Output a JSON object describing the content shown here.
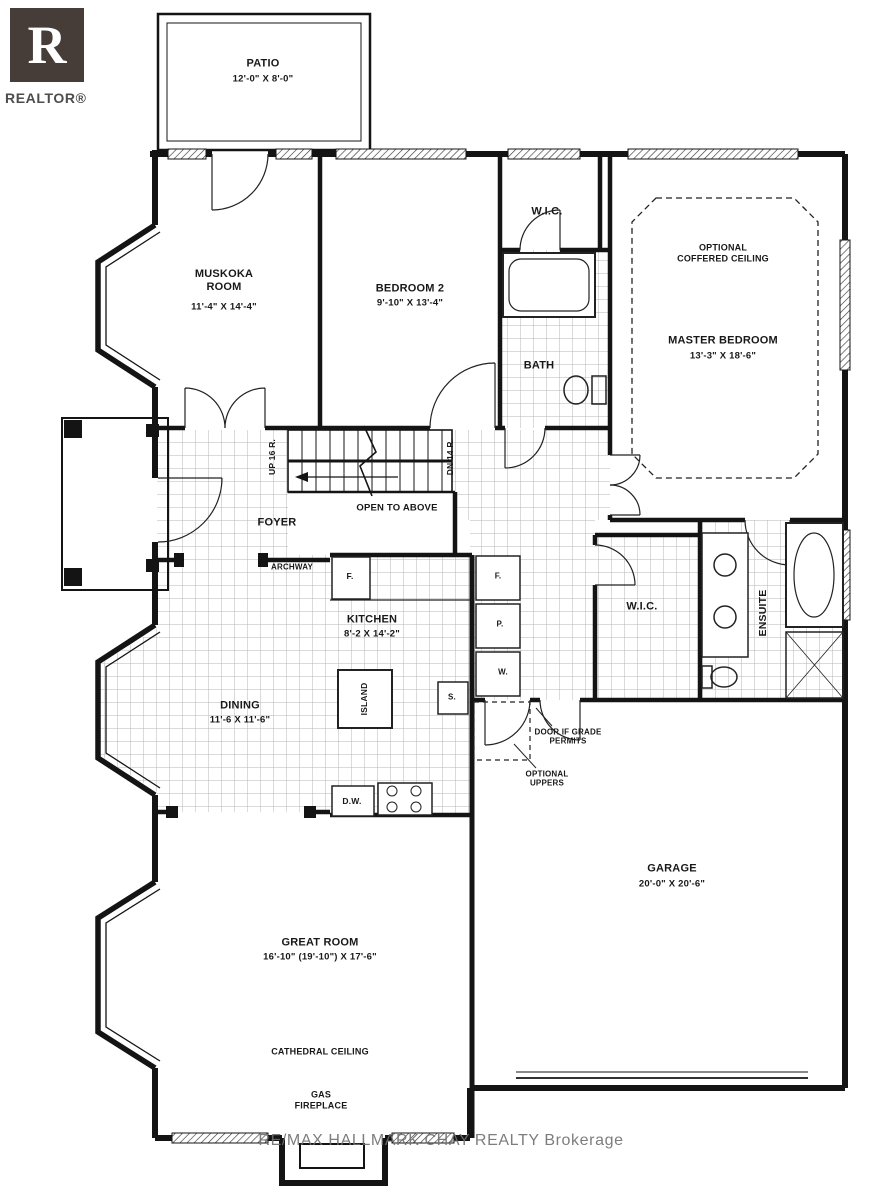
{
  "meta": {
    "logo_letter": "R",
    "brand": "REALTOR®",
    "watermark": "RE/MAX HALLMARK CHAY REALTY Brokerage"
  },
  "colors": {
    "wall": "#141414",
    "tile_line": "#b4b4b4",
    "text": "#181818",
    "watermark": "#6f6f6f",
    "logo_bg": "#463c38"
  },
  "rooms": {
    "patio": {
      "name": "PATIO",
      "dims": "12'-0\" X 8'-0\""
    },
    "muskoka": {
      "name": "MUSKOKA ROOM",
      "dims": "11'-4\" X 14'-4\""
    },
    "bedroom2": {
      "name": "BEDROOM 2",
      "dims": "9'-10\" X 13'-4\""
    },
    "master": {
      "name": "MASTER BEDROOM",
      "dims": "13'-3\" X 18'-6\""
    },
    "kitchen": {
      "name": "KITCHEN",
      "dims": "8'-2 X 14'-2\""
    },
    "dining": {
      "name": "DINING",
      "dims": "11'-6 X 11'-6\""
    },
    "garage": {
      "name": "GARAGE",
      "dims": "20'-0\" X 20'-6\""
    },
    "great_room": {
      "name": "GREAT ROOM",
      "dims": "16'-10\" (19'-10\") X 17'-6\""
    }
  },
  "labels": {
    "wic_top": "W.I.C.",
    "wic_mid": "W.I.C.",
    "bath": "BATH",
    "foyer": "FOYER",
    "archway": "ARCHWAY",
    "open_above": "OPEN TO ABOVE",
    "up": "UP 16 R.",
    "dn": "DN 14 R.",
    "island": "ISLAND",
    "ensuite": "ENSUITE",
    "coffered": "OPTIONAL COFFERED CEILING",
    "cathedral": "CATHEDRAL CEILING",
    "gas_fireplace": "GAS FIREPLACE",
    "door_grade": "DOOR IF GRADE PERMITS",
    "optional_uppers": "OPTIONAL UPPERS",
    "dw": "D.W.",
    "f_kitchen": "F.",
    "f_col": "F.",
    "p_col": "P.",
    "w_col": "W.",
    "s_label": "S."
  }
}
